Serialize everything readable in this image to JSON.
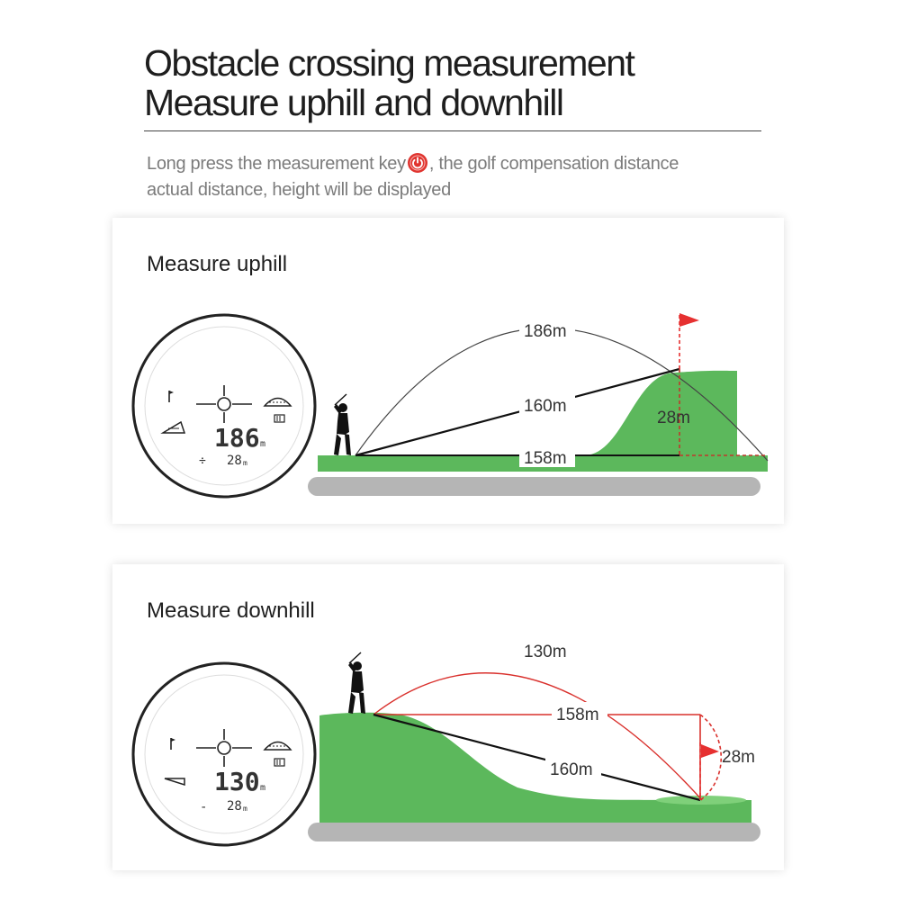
{
  "header": {
    "title_line1": "Obstacle crossing measurement",
    "title_line2": "Measure uphill and downhill",
    "desc_part1": "Long press the measurement key",
    "desc_part2": ", the golf compensation distance",
    "desc_line2": "actual distance, height will be displayed",
    "key_icon": "power-icon",
    "key_color": "#e0342f"
  },
  "uphill": {
    "title": "Measure uphill",
    "arc_label": "186m",
    "slope_label": "160m",
    "horizontal_label": "158m",
    "height_label": "28m",
    "display": {
      "main_value": "186",
      "main_unit": "m",
      "height_sign": "÷",
      "height_value": "28",
      "height_unit": "m"
    }
  },
  "downhill": {
    "title": "Measure downhill",
    "arc_label": "130m",
    "horizontal_label": "158m",
    "slope_label": "160m",
    "height_label": "28m",
    "display": {
      "main_value": "130",
      "main_unit": "m",
      "height_sign": "-",
      "height_value": "28",
      "height_unit": "m"
    }
  },
  "colors": {
    "grass": "#5cb85c",
    "ground": "#b5b5b5",
    "flag": "#e63030",
    "arc_red": "#d9302c"
  }
}
